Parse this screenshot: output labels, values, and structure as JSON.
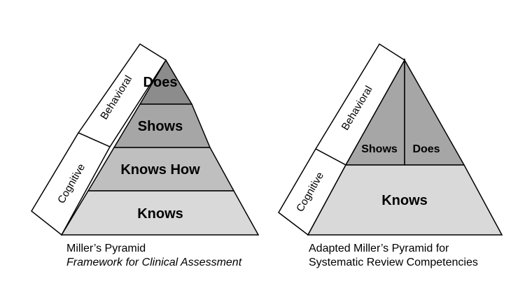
{
  "left_pyramid": {
    "tiers": {
      "does": "Does",
      "shows": "Shows",
      "knows_how": "Knows How",
      "knows": "Knows"
    },
    "side": {
      "behavioral": "Behavioral",
      "cognitive": "Cognitive"
    },
    "caption": {
      "line1": "Miller’s Pyramid",
      "line2": "Framework for Clinical Assessment"
    }
  },
  "right_pyramid": {
    "tiers": {
      "shows": "Shows",
      "does": "Does",
      "knows": "Knows"
    },
    "side": {
      "behavioral": "Behavioral",
      "cognitive": "Cognitive"
    },
    "caption": {
      "line1": "Adapted Miller’s Pyramid for",
      "line2": "Systematic Review Competencies"
    }
  },
  "colors": {
    "does_fill": "#8c8c8c",
    "shows_fill": "#a6a6a6",
    "knows_how_fill": "#bfbfbf",
    "knows_fill": "#d9d9d9",
    "side_fill": "#ffffff",
    "stroke": "#000000"
  }
}
